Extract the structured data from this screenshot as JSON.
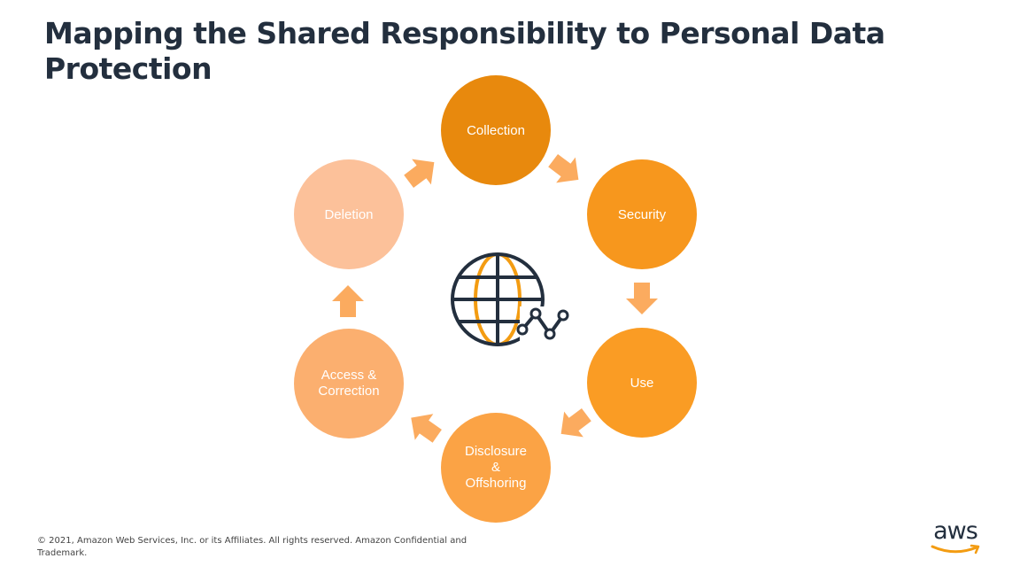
{
  "slide": {
    "title": "Mapping the Shared Responsibility to Personal Data Protection",
    "footer": "© 2021, Amazon Web Services, Inc. or its Affiliates. All rights reserved. Amazon Confidential and Trademark.",
    "logo_text": "aws"
  },
  "cycle": {
    "steps": [
      {
        "label": "Collection",
        "color": "#e8890d"
      },
      {
        "label": "Security",
        "color": "#f7971d"
      },
      {
        "label": "Use",
        "color": "#fa9c24"
      },
      {
        "label": "Disclosure\n&\nOffshoring",
        "color": "#fba345"
      },
      {
        "label": "Access &\nCorrection",
        "color": "#fbaf6f"
      },
      {
        "label": "Deletion",
        "color": "#fcc19a"
      }
    ],
    "arrow_color": "#fbab5f",
    "center_icon": "globe-network-icon"
  },
  "colors": {
    "title": "#232f3e",
    "globe_outline": "#232f3e",
    "globe_accent": "#f39c12",
    "logo_smile": "#f39c12"
  }
}
